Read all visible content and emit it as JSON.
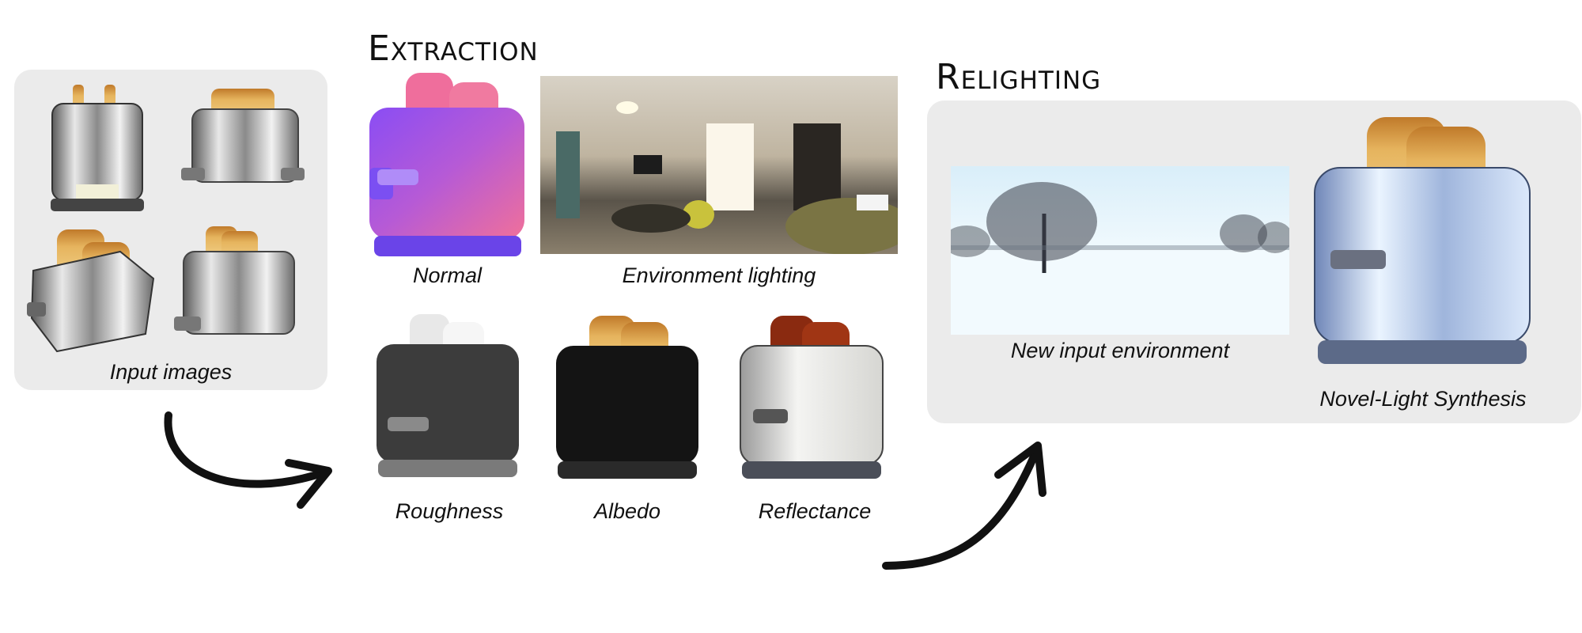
{
  "sections": {
    "extraction_title": "Extraction",
    "relighting_title": "Relighting"
  },
  "labels": {
    "input_images": "Input images",
    "normal": "Normal",
    "environment_lighting": "Environment lighting",
    "roughness": "Roughness",
    "albedo": "Albedo",
    "reflectance": "Reflectance",
    "new_input_environment": "New input environment",
    "novel_light_synthesis": "Novel-Light Synthesis"
  },
  "colors": {
    "panel": "#ebebeb",
    "toast": "#d9a24a",
    "chrome": "#c8c8c8",
    "normal_magenta": "#e0609a",
    "normal_violet": "#7a4cf0",
    "snow_sky": "#e3f3fb"
  }
}
